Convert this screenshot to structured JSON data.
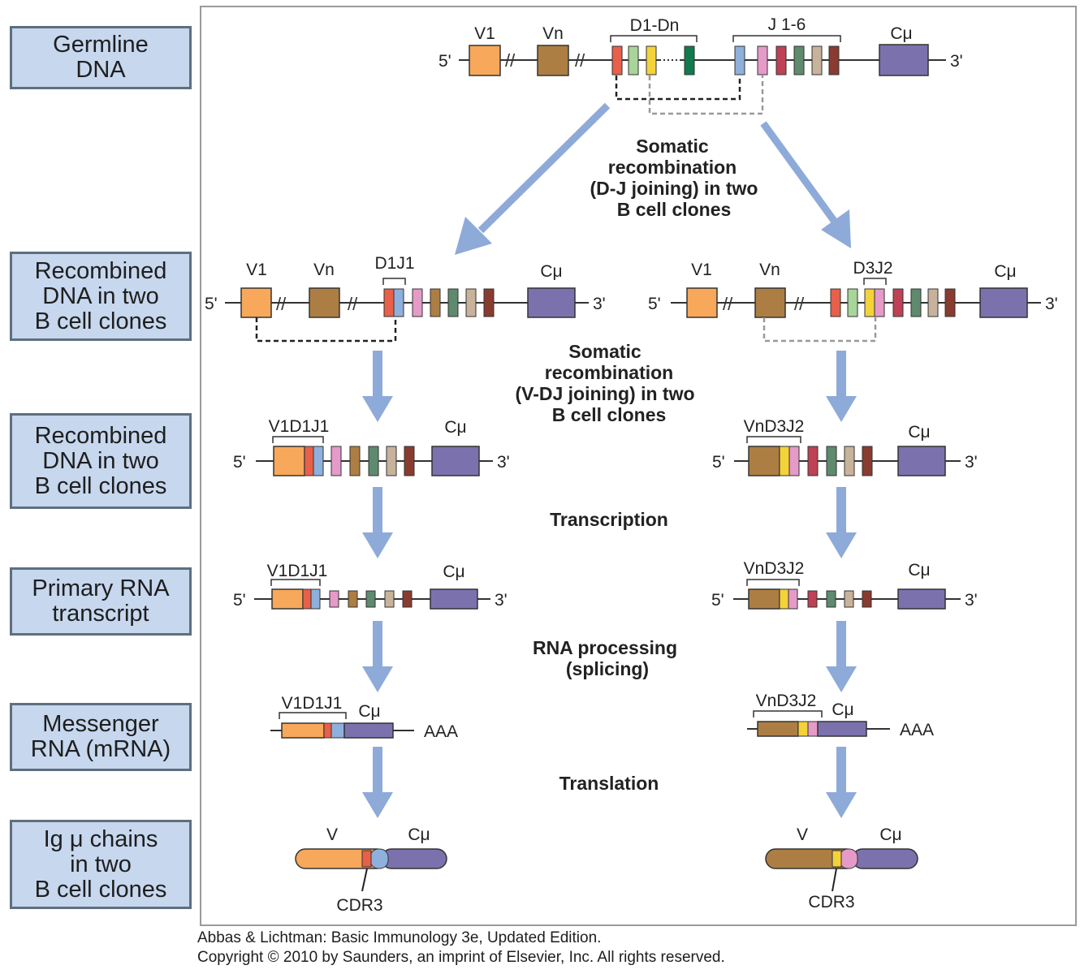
{
  "stages": [
    {
      "id": "germline",
      "label": "Germline\nDNA"
    },
    {
      "id": "recombined-dj",
      "label": "Recombined\nDNA in two\nB cell clones"
    },
    {
      "id": "recombined-vdj",
      "label": "Recombined\nDNA in two\nB cell clones"
    },
    {
      "id": "primary-rna",
      "label": "Primary RNA\ntranscript"
    },
    {
      "id": "mrna",
      "label": "Messenger\nRNA (mRNA)"
    },
    {
      "id": "ig-chains",
      "label": "Ig μ chains\nin two\nB cell clones"
    }
  ],
  "steps": {
    "dj_joining": [
      "Somatic",
      "recombination",
      "(D-J joining) in two",
      "B cell clones"
    ],
    "vdj_joining": [
      "Somatic",
      "recombination",
      "(V-DJ joining) in two",
      "B cell clones"
    ],
    "transcription": [
      "Transcription"
    ],
    "rna_processing": [
      "RNA processing",
      "(splicing)"
    ],
    "translation": [
      "Translation"
    ]
  },
  "segments": {
    "v1": "V1",
    "vn": "Vn",
    "d1_dn": "D1-Dn",
    "j1_6": "J 1-6",
    "c_mu": "Cμ",
    "d1j1": "D1J1",
    "d3j2": "D3J2",
    "v1d1j1": "V1D1J1",
    "vnd3j2": "VnD3J2",
    "v": "V",
    "cdr3": "CDR3",
    "five_prime": "5'",
    "three_prime": "3'",
    "poly_a": "AAA"
  },
  "colors": {
    "v1": "#f7a85a",
    "vn": "#ad7e43",
    "c_mu": "#7b72ad",
    "d1": "#e8604a",
    "d2": "#a9d49a",
    "d3": "#f4d23a",
    "dn": "#127a4e",
    "j1": "#8fb0dc",
    "j2": "#e69ac8",
    "j3": "#bf4155",
    "j4": "#5f8a6e",
    "j5": "#c9b29b",
    "j6": "#8a3b30",
    "arrow": "#8eaad8",
    "label_bg": "#c6d7ee"
  },
  "credit": [
    "Abbas & Lichtman: Basic Immunology 3e, Updated Edition.",
    "Copyright © 2010 by Saunders, an imprint of Elsevier, Inc. All rights reserved."
  ]
}
